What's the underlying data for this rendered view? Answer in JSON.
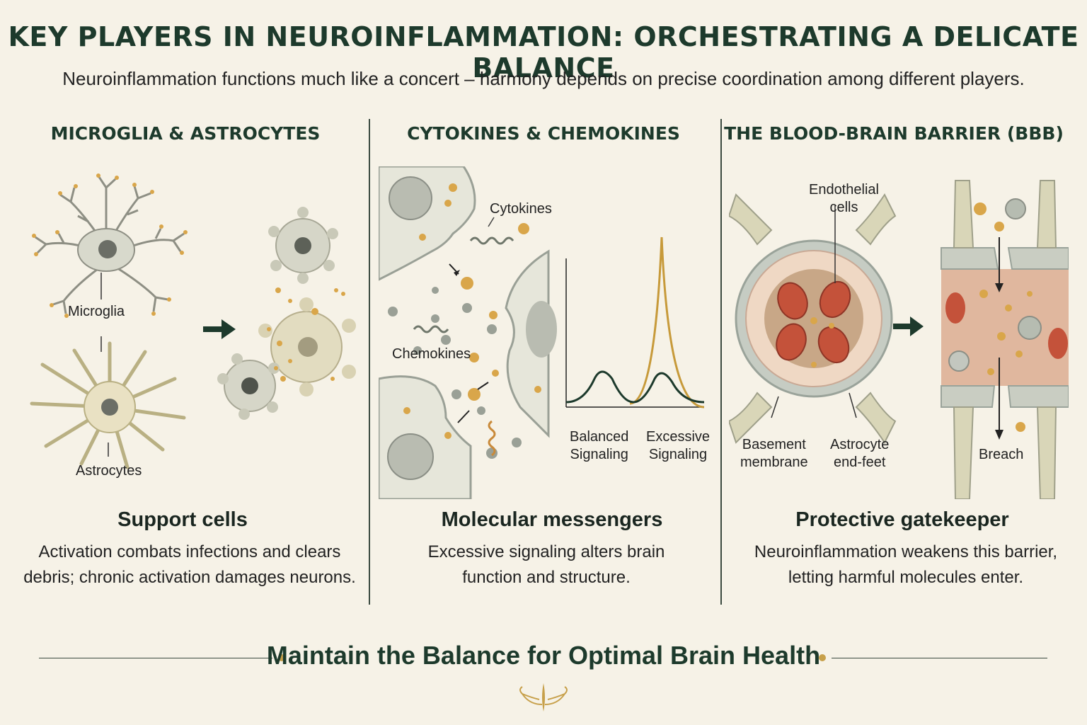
{
  "header": {
    "title": "KEY PLAYERS IN NEUROINFLAMMATION: ORCHESTRATING A DELICATE BALANCE",
    "subtitle": "Neuroinflammation functions much like a concert – harmony depends on precise coordination among different players."
  },
  "panels": [
    {
      "heading": "MICROGLIA & ASTROCYTES",
      "labels": {
        "microglia": "Microglia",
        "astrocytes": "Astrocytes"
      },
      "subhead": "Support cells",
      "desc_line1": "Activation combats infections and clears",
      "desc_line2": "debris; chronic activation damages neurons."
    },
    {
      "heading": "CYTOKINES & CHEMOKINES",
      "labels": {
        "cytokines": "Cytokines",
        "chemokines": "Chemokines",
        "balanced_1": "Balanced",
        "balanced_2": "Signaling",
        "excessive_1": "Excessive",
        "excessive_2": "Signaling"
      },
      "subhead": "Molecular messengers",
      "desc_line1": "Excessive signaling alters brain",
      "desc_line2": "function and structure."
    },
    {
      "heading": "THE BLOOD-BRAIN BARRIER (BBB)",
      "labels": {
        "endothelial_1": "Endothelial",
        "endothelial_2": "cells",
        "basement_1": "Basement",
        "basement_2": "membrane",
        "astro_1": "Astrocyte",
        "astro_2": "end-feet",
        "breach": "Breach"
      },
      "subhead": "Protective gatekeeper",
      "desc_line1": "Neuroinflammation weakens this barrier,",
      "desc_line2": "letting harmful molecules enter."
    }
  ],
  "footer": {
    "text": "Maintain the Balance for Optimal Brain Health"
  },
  "colors": {
    "accent": "#1d3a2c",
    "gold": "#c7a04a",
    "background": "#f6f2e7"
  }
}
